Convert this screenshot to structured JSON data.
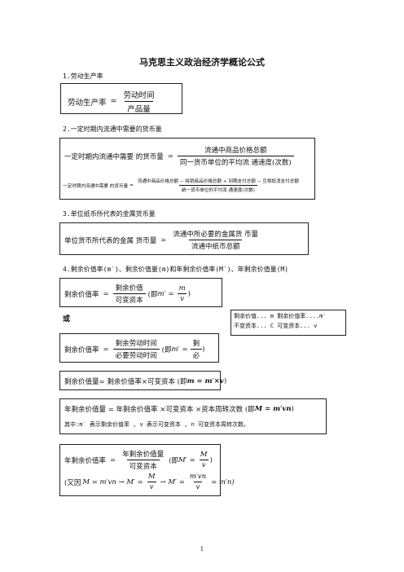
{
  "title": "马克思主义政治经济学概论公式",
  "sections": [
    {
      "heading": "1.劳动生产率"
    },
    {
      "heading": "2.一定时期内流通中需要的货币量"
    },
    {
      "heading": "3.单位纸币所代表的金属货币量"
    },
    {
      "heading": "4.剩余价值率(m′)、剩余价值量(m)和年剩余价值率(M′)、年剩余价值量(M)"
    }
  ],
  "f1": {
    "lhs": "劳动生产率",
    "num": "劳动时间",
    "den": "产品量"
  },
  "f2": {
    "lhs": "一定时期内流通中需要 的货币量",
    "num": "流通中商品价格总额",
    "den": "同一货币单位的平均流 通速度(次数)",
    "lhs_small": "一定时期内流通中需要 的货币量",
    "num_small": "流通中商品价格总额 − 赊销商品价格总额 + 到期支付总额 − 互相抵消支付总额",
    "den_small": "统一货币单位的平均流 通速度(次数)"
  },
  "f3": {
    "lhs": "单位货币所代表的金属 货币量",
    "num": "流通中所必要的金属货 币量",
    "den": "流通中纸币总额"
  },
  "f4": {
    "lhs": "剩余价值率",
    "num": "剩余价值",
    "den": "可变资本",
    "alt_open": "(即",
    "alt_var": "m′",
    "alt_num": "m",
    "alt_den": "v",
    "alt_close": ")"
  },
  "or_label": "或",
  "f5": {
    "lhs": "剩余价值率",
    "num": "剩余劳动时间",
    "den": "必要劳动时间",
    "alt_open": "(即",
    "alt_var": "m′",
    "alt_num": "剩",
    "alt_den": "必",
    "alt_close": ")"
  },
  "legend": {
    "line1": "剩余价值... m  剩余价值率....m′",
    "line2": "不变资本... C   可变资本... v"
  },
  "f6": {
    "text": "剩余价值量= 剩余价值率×可变资本 (即",
    "formula": "m = m′×v",
    "close": ")"
  },
  "f7": {
    "text": "年剩余价值量 = 年剩余价值率 ×可变资本 ×资本周转次数 (即",
    "formula": "M = m′vn",
    "close": ")",
    "note": "其中:m′ 表示剩余价值率 ,  v 表示可变资本 ,  n 可变资本周转次数。"
  },
  "f8": {
    "lhs": "年剩余价值率",
    "num": "年剩余价值量",
    "den": "可变资本",
    "alt_open": "(即",
    "alt_var": "M′",
    "alt_num": "M",
    "alt_den": "v",
    "alt_close": ")",
    "line2_open": "(又因",
    "line2_a": "M = m′vn → M′ =",
    "line2_num1": "M",
    "line2_den1": "v",
    "line2_b": "→ M′ =",
    "line2_num2": "m′vn",
    "line2_den2": "v",
    "line2_c": "= m′n)"
  },
  "page_number": "1"
}
